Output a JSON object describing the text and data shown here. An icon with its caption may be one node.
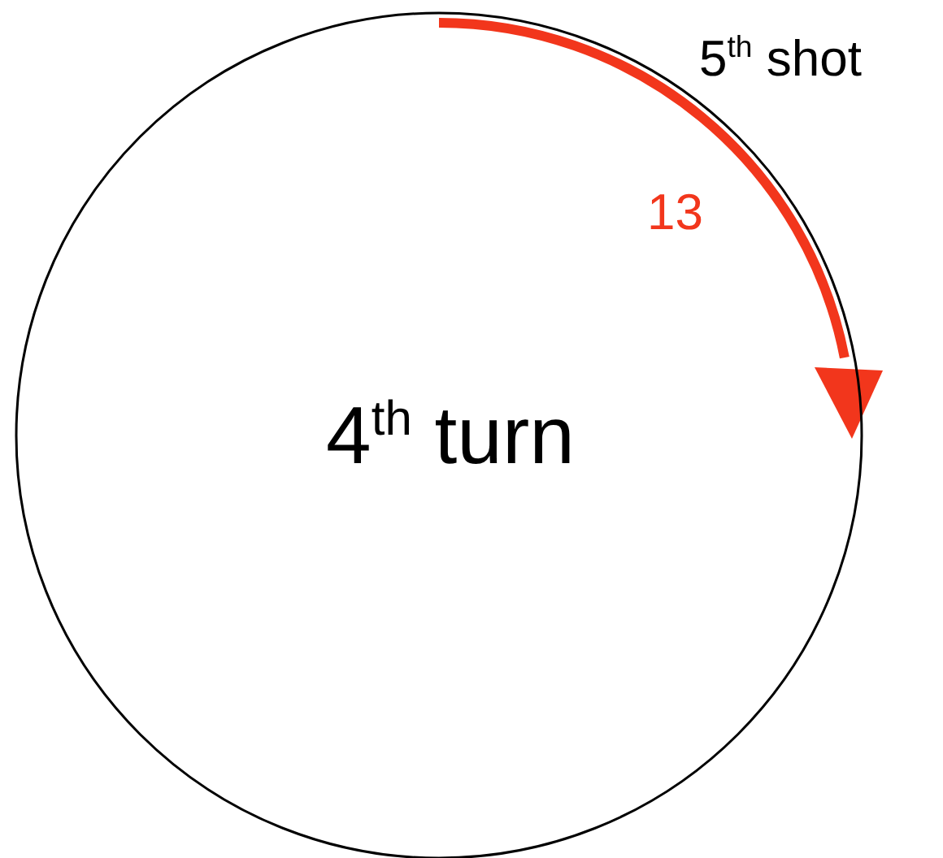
{
  "diagram": {
    "nodes": [
      {
        "text": [
          "4$^{th}$ turn"
        ]
      }
    ],
    "labels": [
      "5$^{th}$ shot",
      "13"
    ]
  }
}
